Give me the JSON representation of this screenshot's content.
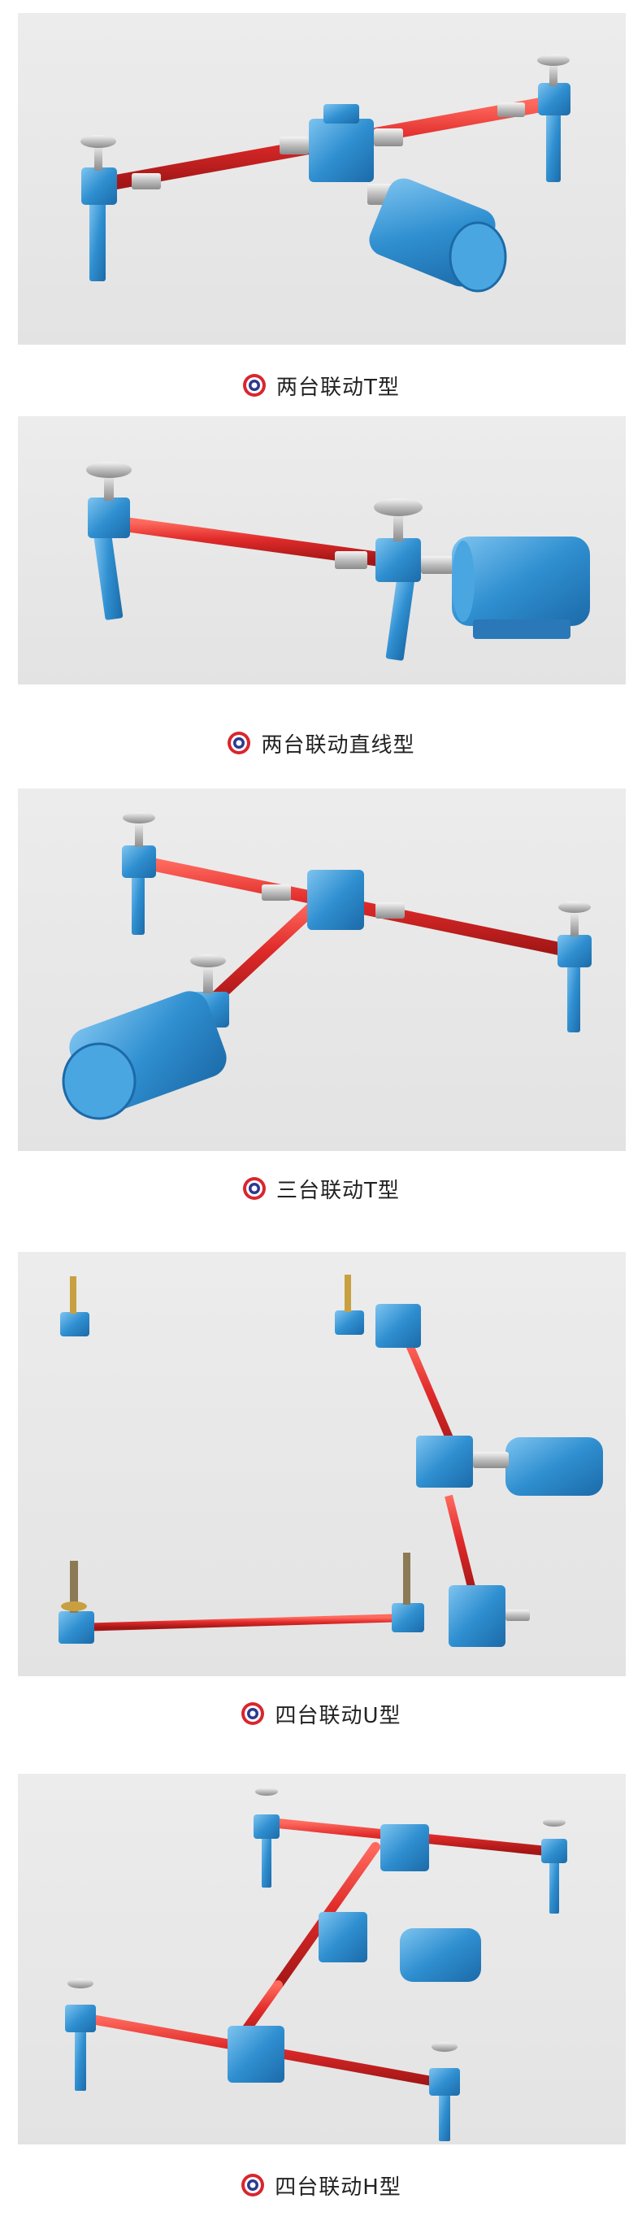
{
  "colors": {
    "background": "#ffffff",
    "panel": "#e8e8e8",
    "shaft_red": "#e02a2a",
    "jack_blue": "#2f8fd0",
    "motor_blue": "#3a9ad8",
    "icon_red": "#d9262e",
    "icon_navy": "#2b3a8f"
  },
  "sections": [
    {
      "caption": "两台联动T型",
      "icon": "target-icon"
    },
    {
      "caption": "两台联动直线型",
      "icon": "target-icon"
    },
    {
      "caption": "三台联动T型",
      "icon": "target-icon"
    },
    {
      "caption": "四台联动U型",
      "icon": "target-icon"
    },
    {
      "caption": "四台联动H型",
      "icon": "target-icon"
    }
  ]
}
